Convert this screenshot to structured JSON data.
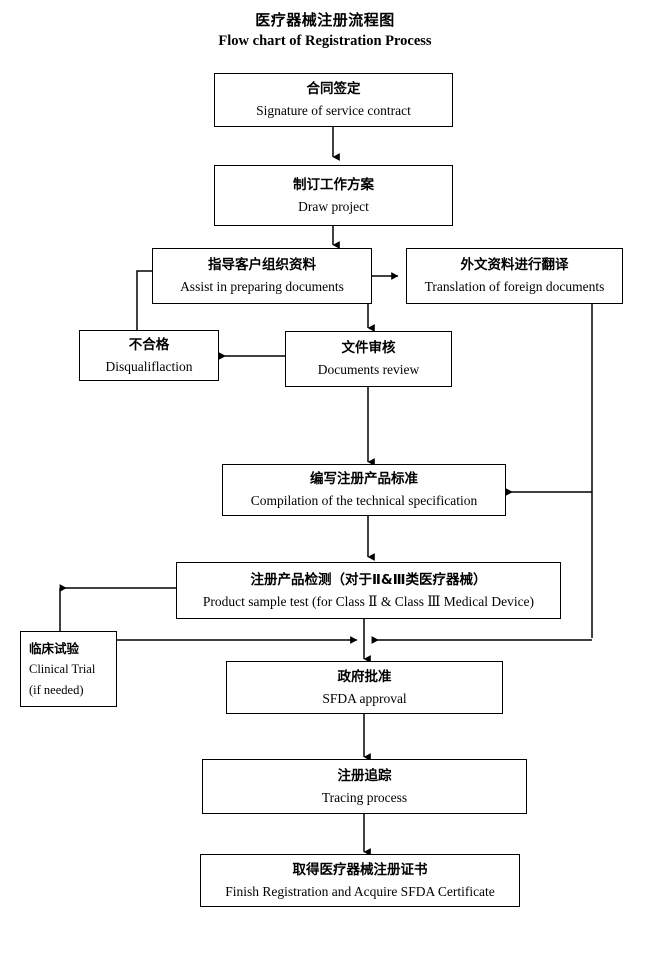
{
  "title": {
    "chinese": "医疗器械注册流程图",
    "english": "Flow chart of Registration Process"
  },
  "colors": {
    "background": "#ffffff",
    "stroke": "#000000",
    "text": "#000000"
  },
  "nodes": [
    {
      "id": "contract",
      "chinese": "合同签定",
      "english": "Signature of service contract"
    },
    {
      "id": "draw-project",
      "chinese": "制订工作方案",
      "english": "Draw project"
    },
    {
      "id": "assist-documents",
      "chinese": "指导客户组织资料",
      "english": "Assist in preparing documents"
    },
    {
      "id": "translation",
      "chinese": "外文资料进行翻译",
      "english": "Translation of foreign documents"
    },
    {
      "id": "disqualification",
      "chinese": "不合格",
      "english": "Disqualiflaction"
    },
    {
      "id": "documents-review",
      "chinese": "文件审核",
      "english": "Documents review"
    },
    {
      "id": "technical-specification",
      "chinese": "编写注册产品标准",
      "english": "Compilation of the technical specification"
    },
    {
      "id": "product-sample-test",
      "chinese": "注册产品检测（对于Ⅱ&Ⅲ类医疗器械）",
      "english": "Product sample test (for Class  Ⅱ & Class  Ⅲ  Medical Device)"
    },
    {
      "id": "clinical-trial",
      "chinese": "临床试验",
      "english": "Clinical Trial",
      "english2": "(if needed)"
    },
    {
      "id": "sfda-approval",
      "chinese": "政府批准",
      "english": "SFDA approval"
    },
    {
      "id": "tracing-process",
      "chinese": "注册追踪",
      "english": "Tracing process"
    },
    {
      "id": "finish-registration",
      "chinese": "取得医疗器械注册证书",
      "english": "Finish Registration and Acquire SFDA Certificate"
    }
  ]
}
